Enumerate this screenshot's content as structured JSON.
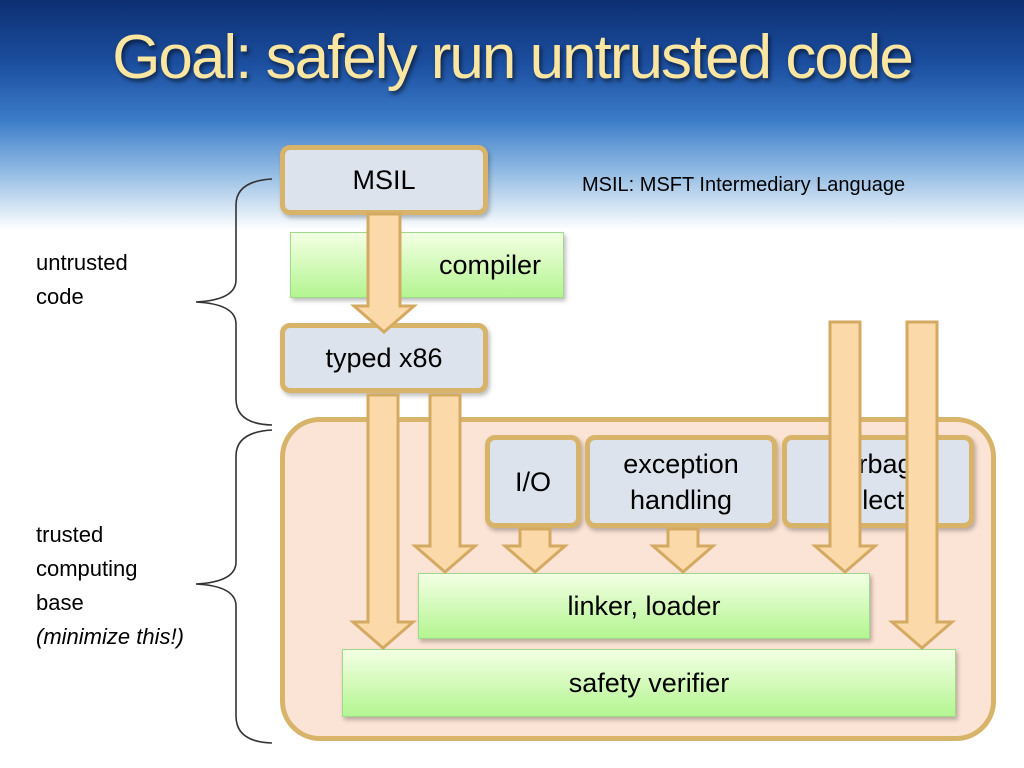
{
  "slide": {
    "title": "Goal: safely run untrusted code",
    "note": "MSIL: MSFT Intermediary Language"
  },
  "labels": {
    "untrusted_line1": "untrusted",
    "untrusted_line2": "code",
    "trusted_line1": "trusted",
    "trusted_line2": "computing",
    "trusted_line3": "base",
    "trusted_line4": "(minimize this!)"
  },
  "boxes": {
    "msil": "MSIL",
    "compiler": "compiler",
    "typed_x86": "typed x86",
    "io": "I/O",
    "exception_line1": "exception",
    "exception_line2": "handling",
    "gc_line1": "garbage",
    "gc_line2": "collector",
    "linker_loader": "linker, loader",
    "safety_verifier": "safety verifier"
  },
  "colors": {
    "title": "#fbe6a1",
    "box_fill": "#dde3ec",
    "box_border": "#d8b46a",
    "green_fill": "#b4f591",
    "tcb_fill": "#fbe3d5",
    "arrow_fill": "#fcd9a8"
  }
}
